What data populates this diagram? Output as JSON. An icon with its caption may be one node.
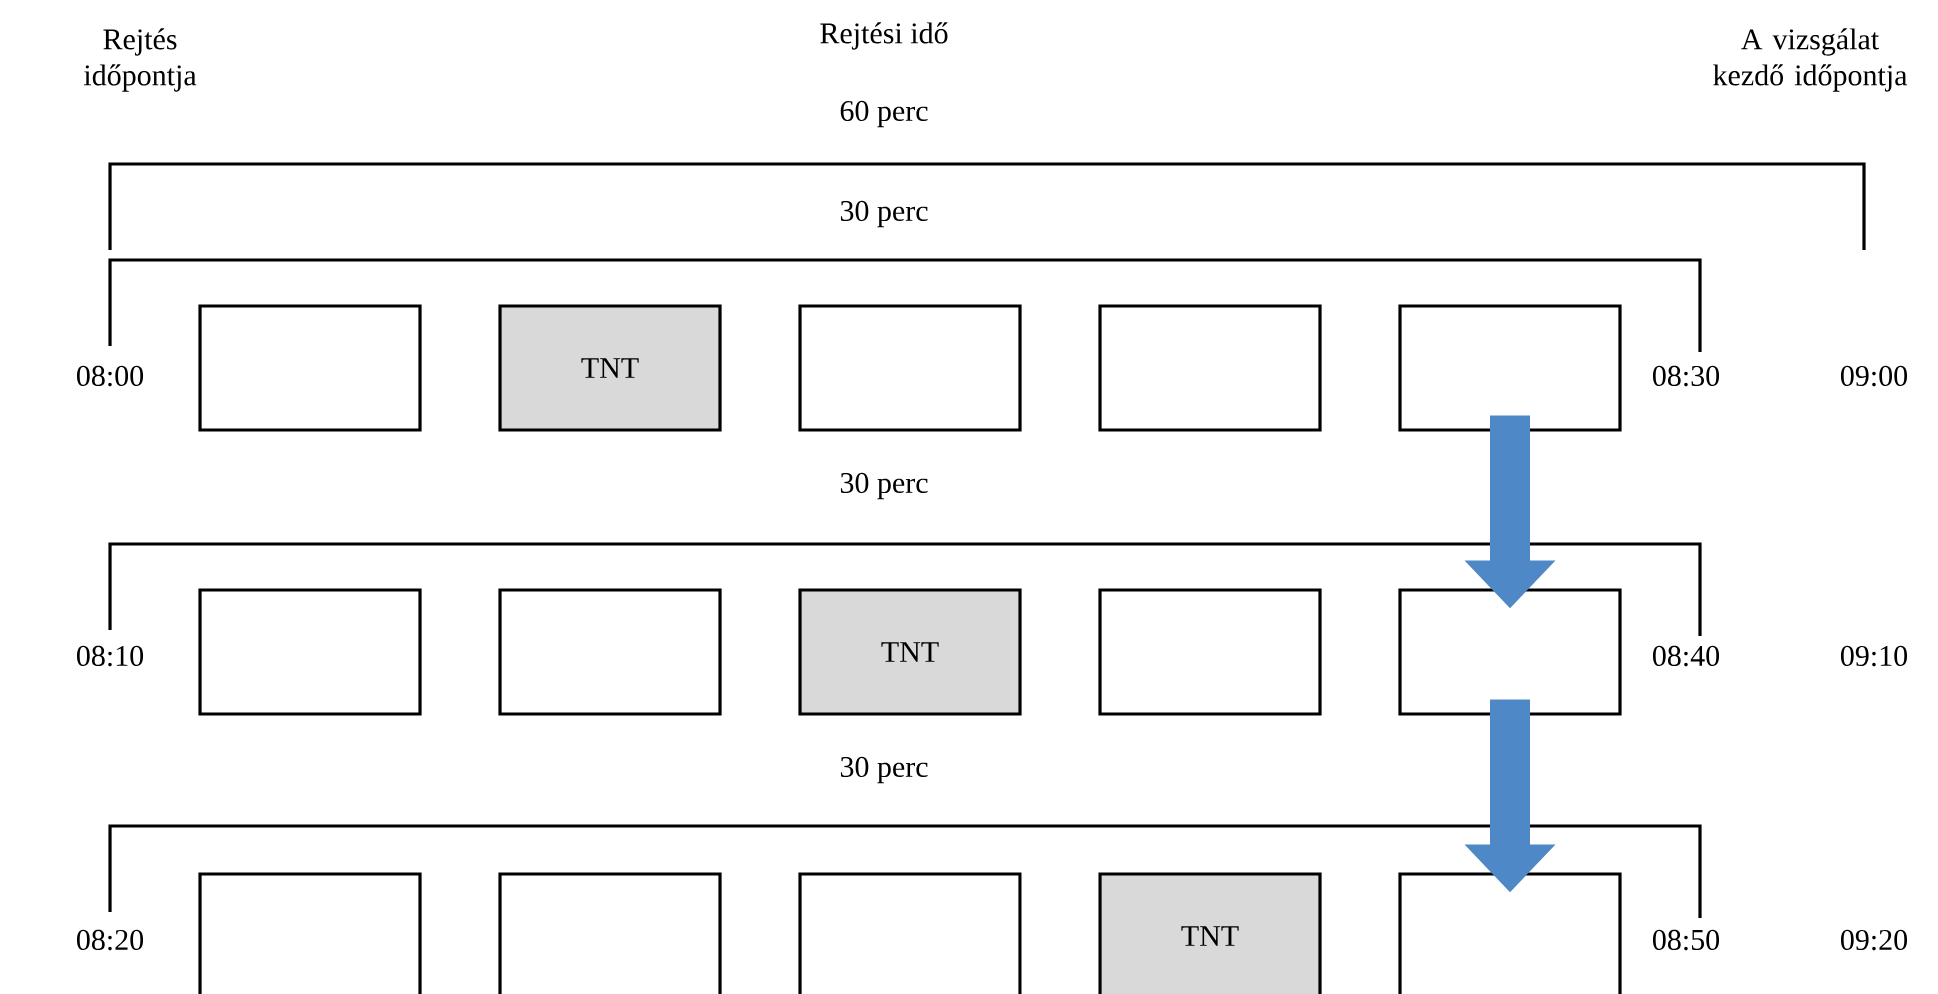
{
  "diagram": {
    "nodes": [
      {
        "text": [],
        "shape": "box"
      },
      {
        "text": [
          "TNT"
        ]
      },
      {
        "text": [],
        "shape": "box"
      },
      {
        "text": [],
        "shape": "box"
      },
      {
        "text": [],
        "shape": "box"
      },
      {
        "text": [],
        "shape": "box"
      },
      {
        "text": [],
        "shape": "box"
      },
      {
        "text": [
          "TNT"
        ]
      },
      {
        "text": [],
        "shape": "box"
      },
      {
        "text": [],
        "shape": "box"
      },
      {
        "text": [],
        "shape": "box"
      },
      {
        "text": [],
        "shape": "box"
      },
      {
        "text": [],
        "shape": "box"
      },
      {
        "text": [
          "TNT"
        ]
      },
      {
        "text": [],
        "shape": "box"
      }
    ],
    "edges": [
      {
        "from": 4,
        "to": 9,
        "arrow": "to"
      },
      {
        "from": 9,
        "to": 14,
        "arrow": "to"
      }
    ],
    "labels": [
      "Rejtés időpontja",
      "Rejtési idő",
      "A vizsgálat kezdő időpontja",
      "60 perc",
      "30 perc",
      "08:00",
      "08:30",
      "09:00",
      "30 perc",
      "08:10",
      "08:40",
      "09:10",
      "30 perc",
      "08:20",
      "08:50",
      "09:20"
    ]
  }
}
